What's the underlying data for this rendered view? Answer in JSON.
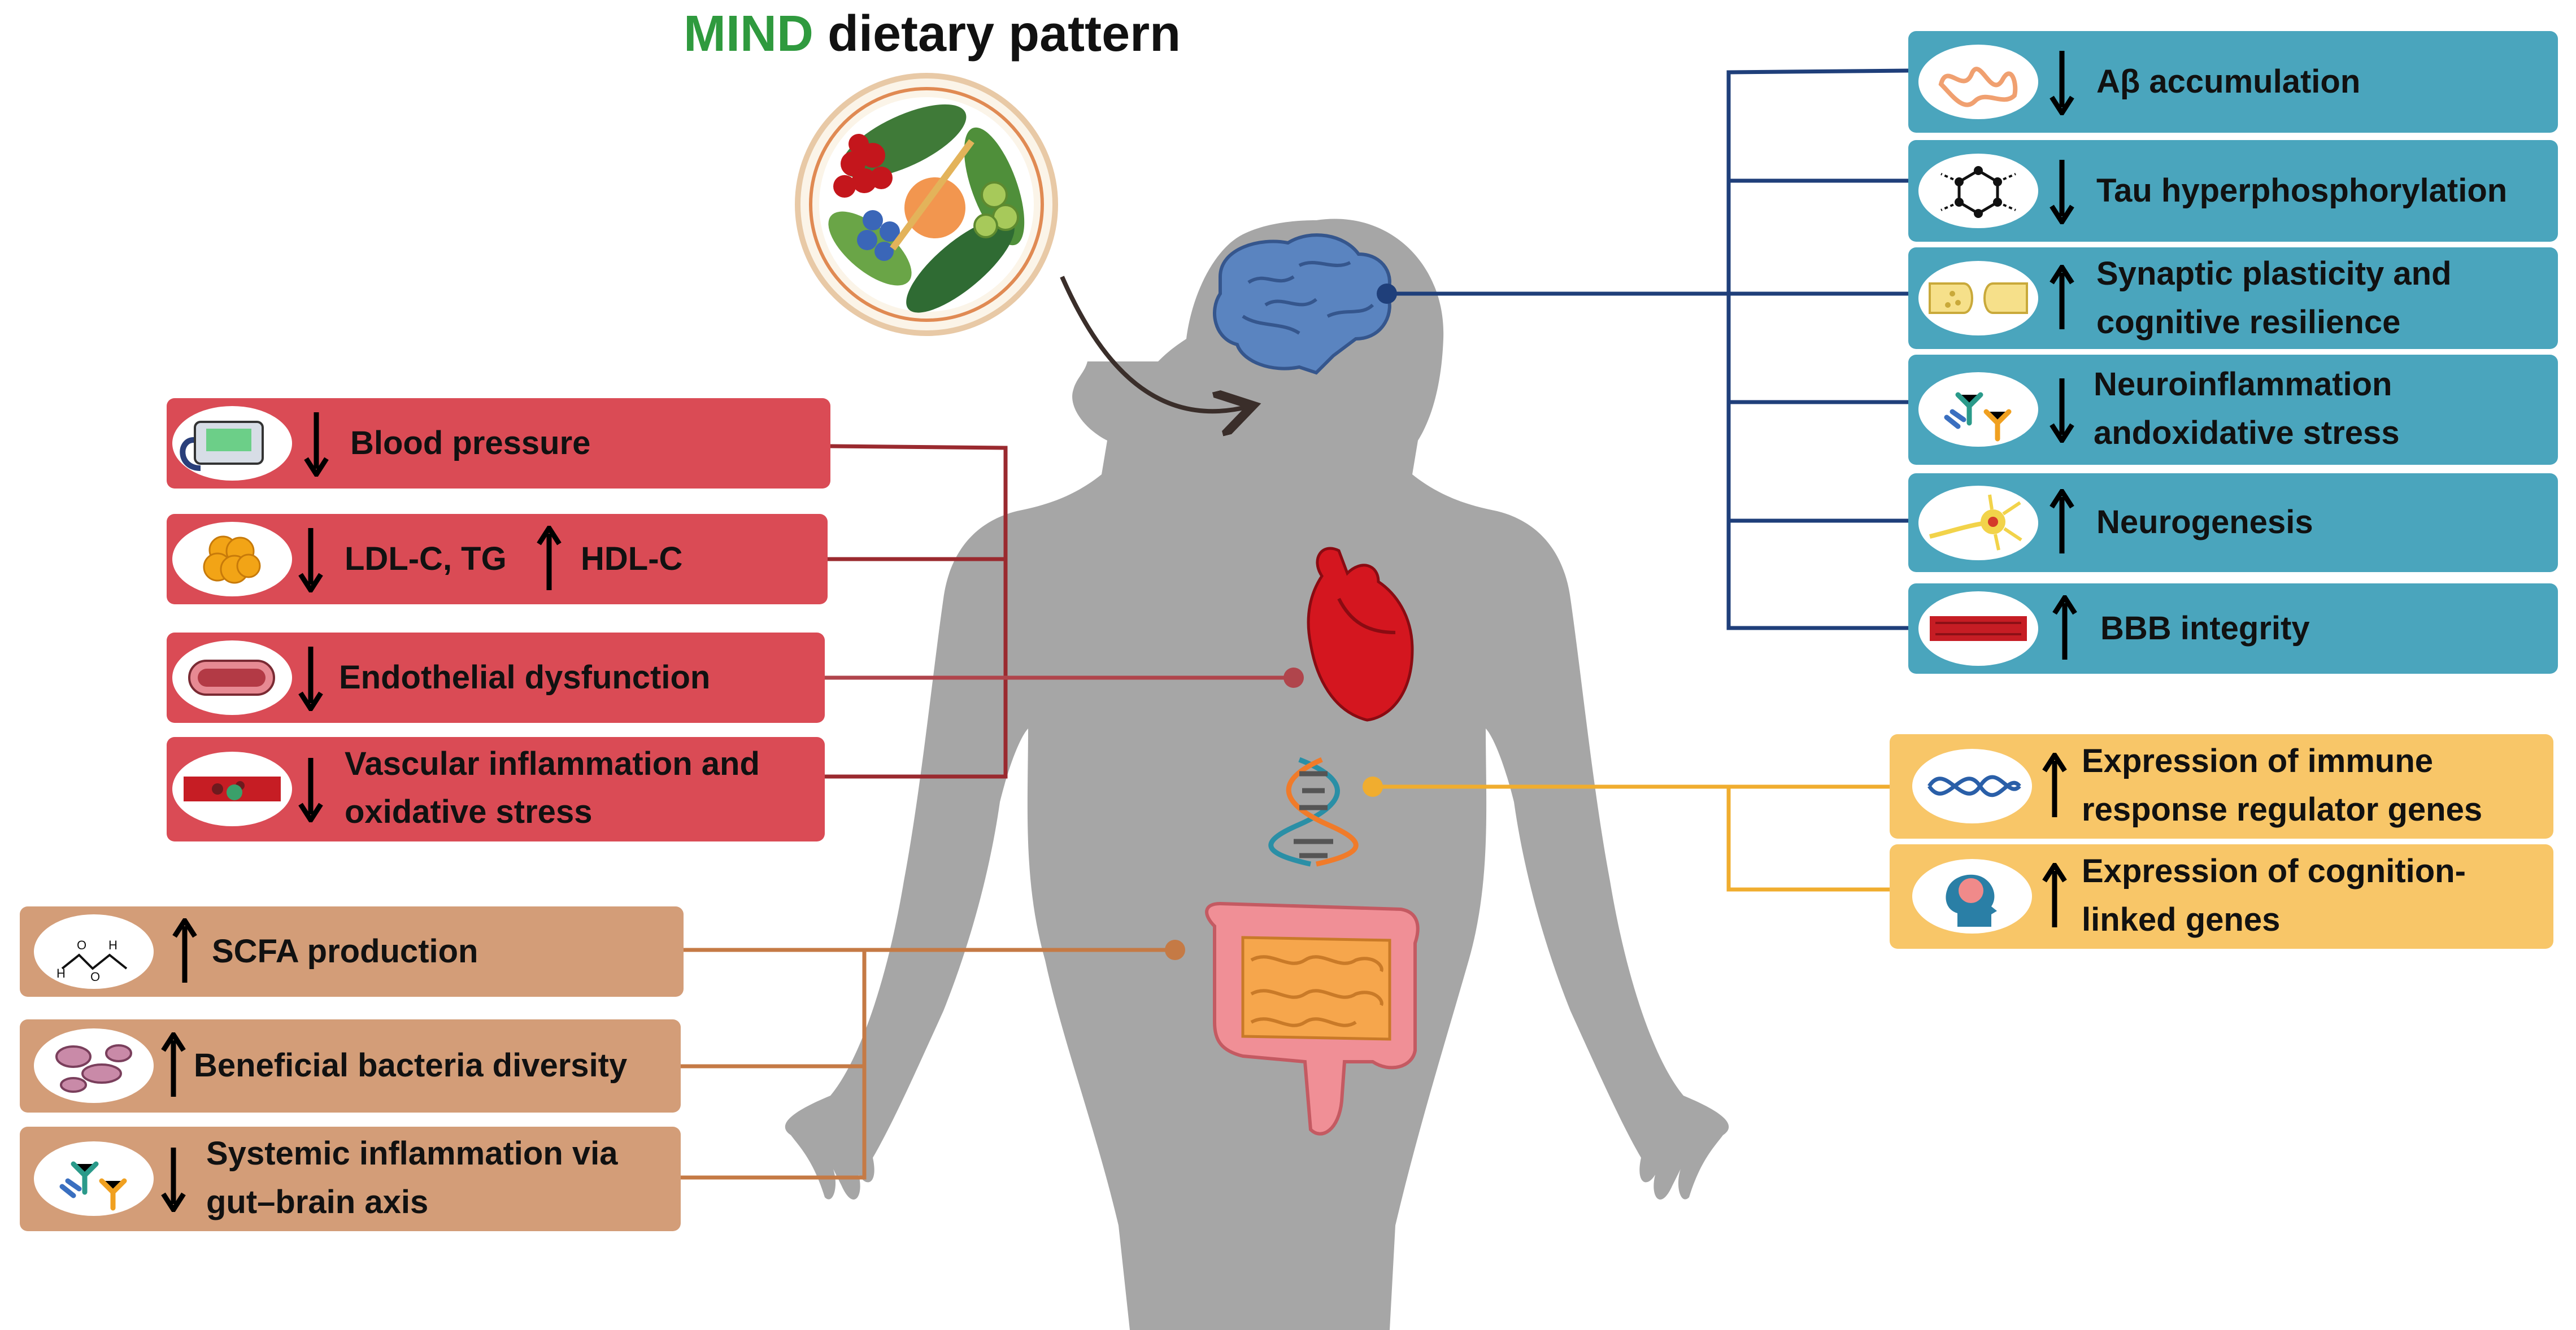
{
  "title": {
    "accent": "MIND",
    "rest": " dietary pattern"
  },
  "colors": {
    "cardio": "#da4b55",
    "brain": "#4aa5bd",
    "genes": "#f8c668",
    "gut": "#d39d78",
    "accent": "#2f9a3e"
  },
  "cardio_effects": [
    {
      "icon": "blood-pressure-monitor-icon",
      "label": "Blood pressure",
      "direction": "down"
    },
    {
      "icon": "fat-cells-icon",
      "label": "LDL-C, TG",
      "direction": "down",
      "label2": "HDL-C",
      "direction2": "up"
    },
    {
      "icon": "blood-vessel-icon",
      "label": "Endothelial dysfunction",
      "direction": "down"
    },
    {
      "icon": "inflamed-vessel-icon",
      "line1": "Vascular inflammation and",
      "line2": "oxidative stress",
      "direction": "down"
    }
  ],
  "brain_effects": [
    {
      "icon": "amyloid-protein-icon",
      "label": "Aβ accumulation",
      "direction": "down"
    },
    {
      "icon": "molecule-icon",
      "label": "Tau hyperphosphorylation",
      "direction": "down"
    },
    {
      "icon": "synapse-icon",
      "line1": "Synaptic plasticity and",
      "line2": "cognitive resilience",
      "direction": "up"
    },
    {
      "icon": "antibody-icon",
      "line1": "Neuroinflammation",
      "line2": "andoxidative stress",
      "direction": "down"
    },
    {
      "icon": "neuron-icon",
      "label": "Neurogenesis",
      "direction": "up"
    },
    {
      "icon": "blood-vessel-icon",
      "label": "BBB integrity",
      "direction": "up"
    }
  ],
  "gene_effects": [
    {
      "icon": "dna-helix-icon",
      "line1": "Expression of immune",
      "line2": "response regulator genes",
      "direction": "up"
    },
    {
      "icon": "head-brain-icon",
      "line1": "Expression of cognition-",
      "line2": "linked genes",
      "direction": "up"
    }
  ],
  "gut_effects": [
    {
      "icon": "chemical-structure-icon",
      "label": "SCFA production",
      "direction": "up"
    },
    {
      "icon": "bacteria-icon",
      "label": "Beneficial bacteria diversity",
      "direction": "up"
    },
    {
      "icon": "antibody-icon",
      "line1": "Systemic inflammation via",
      "line2": "gut–brain axis",
      "direction": "down"
    }
  ]
}
